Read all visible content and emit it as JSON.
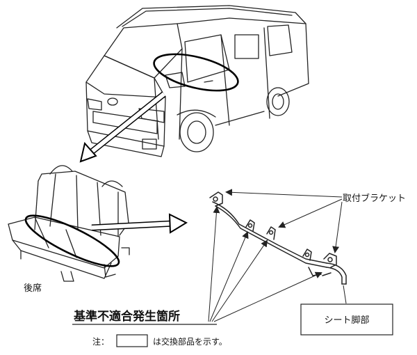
{
  "labels": {
    "bracket": "取付ブラケット",
    "rear_seat": "後席",
    "seat_leg": "シート脚部",
    "defect_location": "基準不適合発生箇所",
    "note_prefix": "注：",
    "note_suffix": "は交換部品を示す。"
  },
  "icons": {
    "van": "van-illustration",
    "seat": "rear-seat-illustration",
    "frame": "seat-leg-frame-illustration"
  }
}
